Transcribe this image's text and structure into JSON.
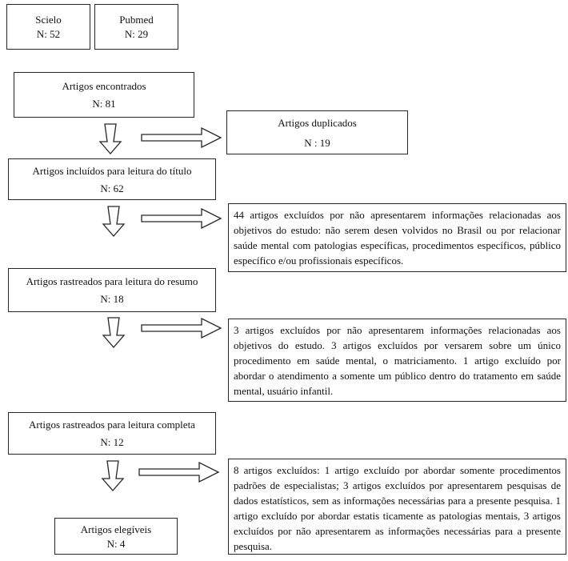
{
  "page": {
    "background": "#ffffff",
    "line_color": "#262626",
    "text_color": "#111111"
  },
  "sources": {
    "scielo": {
      "name": "Scielo",
      "count": "N: 52"
    },
    "pubmed": {
      "name": "Pubmed",
      "count": "N: 29"
    }
  },
  "stages": {
    "encontrados": {
      "label": "Artigos encontrados",
      "count": "N: 81"
    },
    "duplicados": {
      "label": "Artigos duplicados",
      "count": "N : 19"
    },
    "incluidos_titulo": {
      "label": "Artigos incluídos para leitura do título",
      "count": "N: 62"
    },
    "rastreados_resumo": {
      "label": "Artigos rastreados para leitura do resumo",
      "count": "N: 18"
    },
    "rastreados_completa": {
      "label": "Artigos rastreados para leitura completa",
      "count": "N: 12"
    },
    "elegiveis": {
      "label": "Artigos elegíveis",
      "count": "N: 4"
    }
  },
  "exclusions": {
    "titulo": "44 artigos excluídos por não apresentarem informações relacionadas aos objetivos do estudo: não serem desen volvidos no Brasil ou por relacionar saúde mental com patologias específicas, procedimentos específicos, público específico e/ou profissionais específicos.",
    "resumo": "3 artigos excluídos por não apresentarem informações relacionadas aos objetivos do estudo. 3 artigos excluídos por versarem sobre um único procedimento em saúde mental, o matriciamento. 1 artigo excluído por abordar o atendimento a somente um público dentro do tratamento em saúde mental, usuário infantil.",
    "completa": "8 artigos excluídos: 1 artigo excluído por abordar somente procedimentos padrões de especialistas; 3 artigos excluídos por apresentarem pesquisas de dados estatísticos, sem as informações necessárias para a presente pesquisa. 1 artigo excluído por abordar estatis ticamente as patologias mentais, 3 artigos excluídos por não apresentarem as informações necessárias para a presente pesquisa."
  },
  "icons": {
    "down_arrow": "down-arrow",
    "right_arrow": "right-arrow"
  }
}
